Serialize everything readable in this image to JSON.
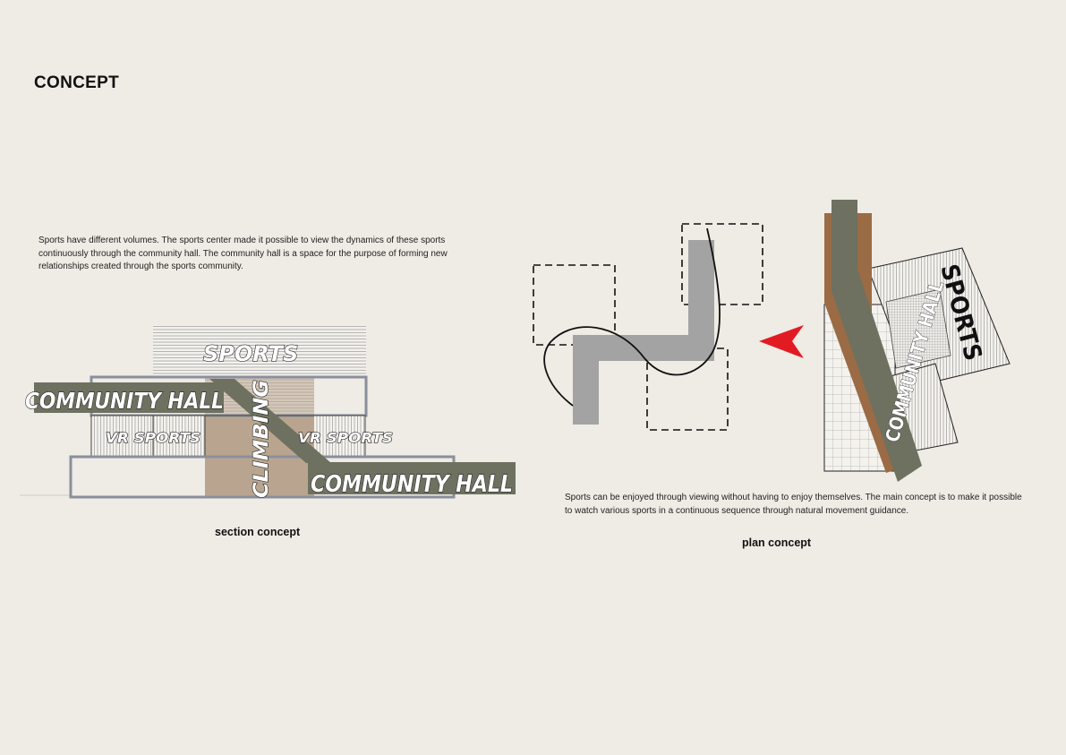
{
  "page": {
    "title": "CONCEPT"
  },
  "section": {
    "description": "Sports have different volumes. The sports center made it possible to view the dynamics of these sports continuously through the community hall. The community hall is a space for the purpose of forming new relationships created through the sports community.",
    "caption": "section concept",
    "labels": {
      "sports": "SPORTS",
      "community_hall_top": "COMMUNITY HALL",
      "community_hall_bottom": "COMMUNITY HALL",
      "climbing": "CLIMBING",
      "vr_sports_left": "VR SPORTS",
      "vr_sports_right": "VR SPORTS"
    }
  },
  "plan": {
    "description": "Sports can be enjoyed through viewing without having to enjoy themselves. The main concept is to make it possible to watch various sports in a continuous sequence through natural movement guidance.",
    "caption": "plan concept",
    "labels": {
      "community_hall": "COMMUNITY HALL",
      "sports": "SPORTS"
    }
  },
  "colors": {
    "background": "#efebe5",
    "hall_band": "#6e7160",
    "climbing": "#b9a58f",
    "frame": "#8a8f9c",
    "brown": "#9a6b45",
    "arrow": "#e21b23",
    "gray_path": "#a3a3a3"
  }
}
